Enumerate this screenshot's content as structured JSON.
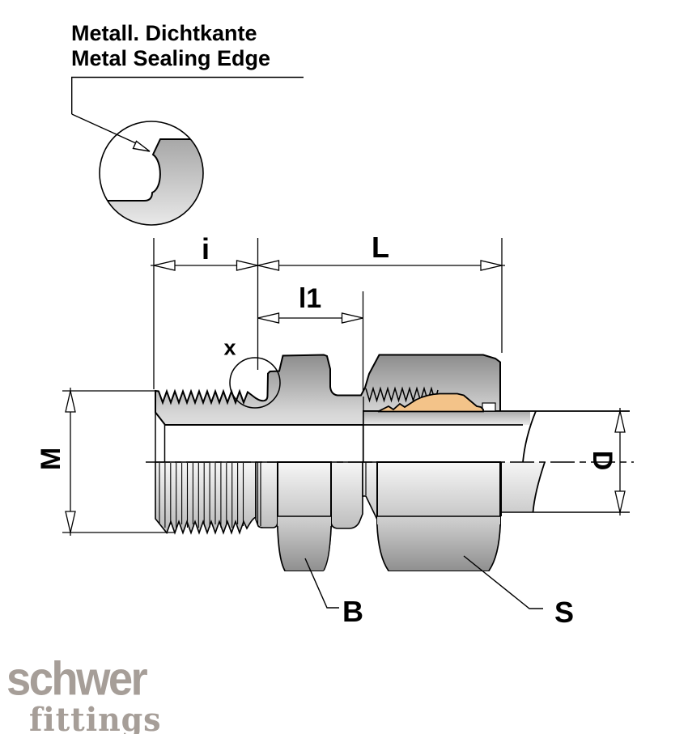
{
  "annotation": {
    "line1": "Metall. Dichtkante",
    "line2": "Metal Sealing Edge"
  },
  "dimensions": {
    "i": "i",
    "L": "L",
    "l1": "l1",
    "x": "x",
    "M": "M",
    "D": "D",
    "B": "B",
    "S": "S"
  },
  "logo": {
    "brand": "schwer",
    "sub": "fittings"
  },
  "colors": {
    "cutting_ring": "#f3c389",
    "logo_gray": "#a69e98",
    "line": "#000000"
  }
}
